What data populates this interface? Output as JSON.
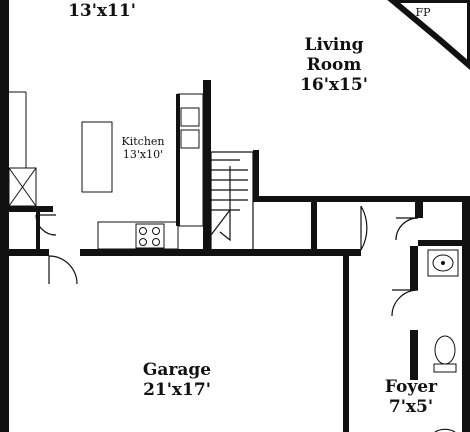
{
  "plan": {
    "rooms": {
      "top_left": {
        "dims": "13'x11'"
      },
      "living_room": {
        "name_line1": "Living",
        "name_line2": "Room",
        "dims": "16'x15'"
      },
      "kitchen": {
        "name": "Kitchen",
        "dims": "13'x10'"
      },
      "garage": {
        "name": "Garage",
        "dims": "21'x17'"
      },
      "foyer": {
        "name": "Foyer",
        "dims": "7'x5'"
      }
    },
    "fireplace_label": "FP",
    "colors": {
      "wall": "#111111",
      "fixture": "#555555",
      "background": "#ffffff"
    }
  }
}
